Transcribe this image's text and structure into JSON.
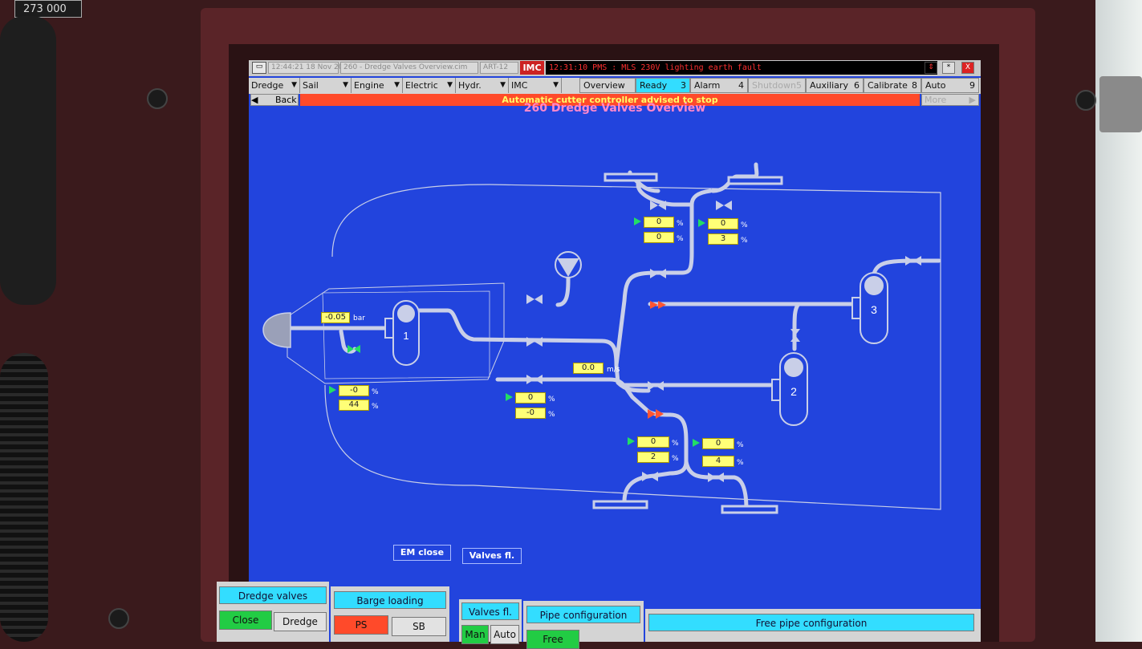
{
  "cabinet": {
    "label_top_left": "273 000"
  },
  "titlebar": {
    "time_date": "12:44:21  18 Nov 2011",
    "file": "260 - Dredge Valves Overview.cim",
    "station": "ART-12",
    "logo": "IMC",
    "message": "12:31:10  PMS : MLS 230V lighting earth fault",
    "btn_x": "X",
    "btn_star": "*"
  },
  "menus": [
    {
      "label": "Dredge"
    },
    {
      "label": "Sail"
    },
    {
      "label": "Engine"
    },
    {
      "label": "Electric"
    },
    {
      "label": "Hydr."
    },
    {
      "label": "IMC"
    }
  ],
  "tabs": [
    {
      "label": "Overview",
      "num": ""
    },
    {
      "label": "Ready",
      "num": "3"
    },
    {
      "label": "Alarm",
      "num": "4"
    },
    {
      "label": "Shutdown",
      "num": "5"
    },
    {
      "label": "Auxiliary",
      "num": "6"
    },
    {
      "label": "Calibrate",
      "num": "8"
    },
    {
      "label": "Auto",
      "num": "9"
    }
  ],
  "nav": {
    "back_label": "Back",
    "more_label": "More"
  },
  "alarm_banner": "Automatic cutter controller advised to stop",
  "page_title": "260 Dredge Valves Overview",
  "readouts": {
    "pressure": {
      "value": "-0.05",
      "unit": "bar"
    },
    "velocity": {
      "value": "0.0",
      "unit": "m/s"
    },
    "pump1_valve": {
      "top": "-0",
      "bottom": "44",
      "unit": "%"
    },
    "mid_valve": {
      "top": "0",
      "bottom": "-0",
      "unit": "%"
    },
    "top_left_valve": {
      "top": "0",
      "bottom": "0",
      "unit": "%"
    },
    "top_right_valve": {
      "top": "0",
      "bottom": "3",
      "unit": "%"
    },
    "bottom_left_valve": {
      "top": "0",
      "bottom": "2",
      "unit": "%"
    },
    "bottom_right_valve": {
      "top": "0",
      "bottom": "4",
      "unit": "%"
    }
  },
  "pumps": {
    "p1": "1",
    "p2": "2",
    "p3": "3"
  },
  "screen_buttons": {
    "em_close": "EM close",
    "valves_fl": "Valves fl."
  },
  "bottom_panels": {
    "dredge_valves": {
      "title": "Dredge valves",
      "close": "Close",
      "dredge": "Dredge"
    },
    "barge_loading": {
      "title": "Barge loading",
      "ps": "PS",
      "sb": "SB"
    },
    "valves_fl": {
      "title": "Valves fl.",
      "man": "Man",
      "auto": "Auto"
    },
    "pipe_config": {
      "title": "Pipe configuration",
      "free": "Free"
    },
    "free_pipe": {
      "title": "Free pipe configuration"
    }
  },
  "colors": {
    "screen_bg": "#2244dd",
    "pipe": "#c9cfe8",
    "value_box": "#ffff77",
    "alarm": "#ff4a2a",
    "active_tab": "#33ddff"
  }
}
